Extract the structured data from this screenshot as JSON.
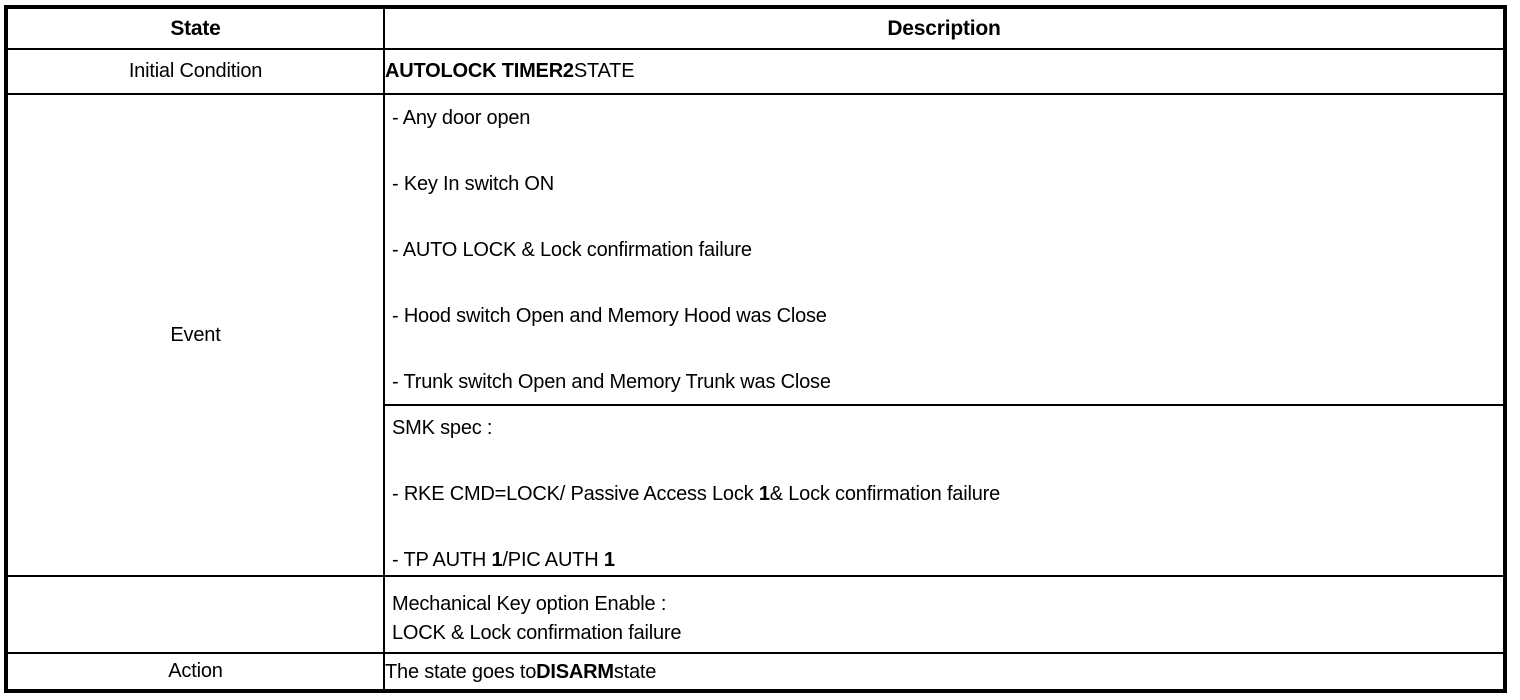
{
  "table": {
    "headers": {
      "state": "State",
      "description": "Description"
    },
    "rows": {
      "initial": {
        "label": "Initial Condition",
        "value_bold": "AUTOLOCK TIMER2",
        "value_plain": "STATE"
      },
      "event": {
        "label": "Event",
        "bullets": [
          "-  Any door open",
          "-  Key In switch ON",
          "-  AUTO LOCK & Lock confirmation failure",
          "-  Hood switch Open and Memory Hood was Close",
          "-  Trunk switch Open and Memory Trunk was Close"
        ],
        "smk_heading": "SMK spec :",
        "smk_bullets": [
          {
            "pre": "-  RKE CMD=LOCK/ Passive Access Lock ",
            "bold": "1",
            "post": "& Lock confirmation failure"
          },
          {
            "pre": "-  TP AUTH ",
            "bold": "1",
            "post": "/PIC AUTH ",
            "bold2": "1"
          }
        ]
      },
      "mechanical": {
        "label": "",
        "line1": "Mechanical Key option Enable :",
        "line2": "LOCK & Lock confirmation failure"
      },
      "action": {
        "label": "Action",
        "pre": "The state goes to",
        "bold": "DISARM",
        "post": "state"
      }
    }
  }
}
